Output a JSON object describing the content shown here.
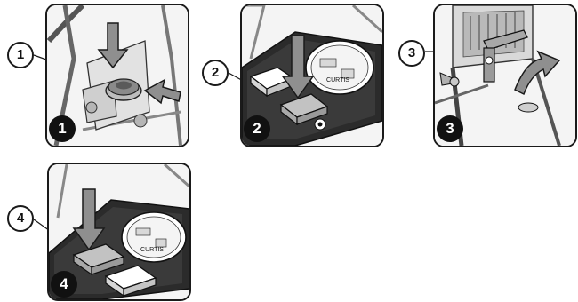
{
  "steps": [
    {
      "badge": "1",
      "callout": "1"
    },
    {
      "badge": "2",
      "callout": "2"
    },
    {
      "badge": "3",
      "callout": "3"
    },
    {
      "badge": "4",
      "callout": "4"
    }
  ],
  "meter_brand": "CURTIS",
  "colors": {
    "outline": "#1a1a1a",
    "arrow_fill": "#8f8f8f",
    "panel_dark": "#2b2b2b",
    "badge_bg": "#111111"
  },
  "icons": [
    "down-arrow-icon",
    "push-arrow-icon",
    "curved-arrow-icon"
  ]
}
